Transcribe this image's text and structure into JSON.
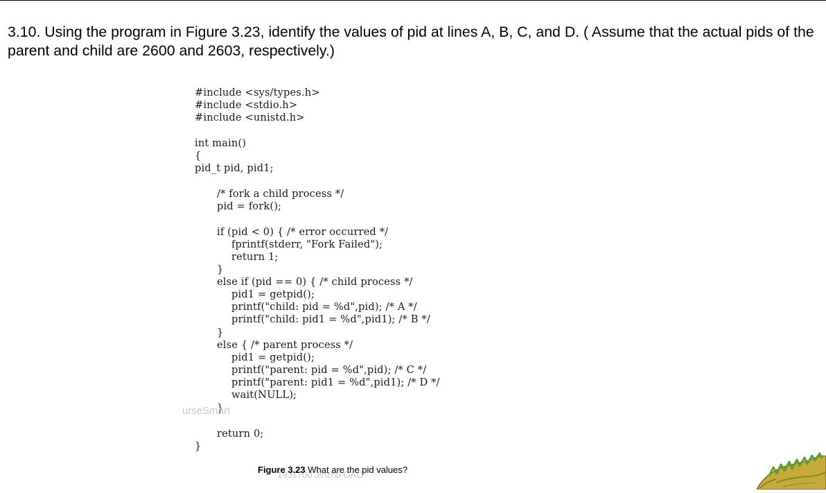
{
  "question": {
    "text": "3.10.  Using the program in Figure 3.23, identify the values of pid at lines A, B, C, and D. ( Assume that the actual pids of the parent and child are 2600 and 2603, respectively.)"
  },
  "code": {
    "lines": [
      "#include <sys/types.h>",
      "#include <stdio.h>",
      "#include <unistd.h>",
      "int main()",
      "{",
      "pid_t pid, pid1;",
      "/* fork a child process */",
      "pid = fork();",
      "if (pid < 0) { /* error occurred */",
      "fprintf(stderr, \"Fork Failed\");",
      "return 1;",
      "}",
      "else if (pid == 0) { /* child process */",
      "pid1 = getpid();",
      "printf(\"child: pid = %d\",pid); /* A */",
      "printf(\"child: pid1 = %d\",pid1); /* B */",
      "}",
      "else { /* parent process */",
      "pid1 = getpid();",
      "printf(\"parent: pid = %d\",pid); /* C */",
      "printf(\"parent: pid1 = %d\",pid1); /* D */",
      "wait(NULL);",
      "}",
      "return 0;",
      "}"
    ]
  },
  "watermarks": [
    "urseSmart",
    "1931700 Jinzhu GAO"
  ],
  "caption": {
    "label": "Figure 3.23",
    "text": "What are the pid values?"
  },
  "logo": {
    "icon": "dinosaur-icon",
    "colors": {
      "body": "#c9a93a",
      "spines": "#5f9e2f",
      "outline": "#6a5a1f"
    }
  }
}
